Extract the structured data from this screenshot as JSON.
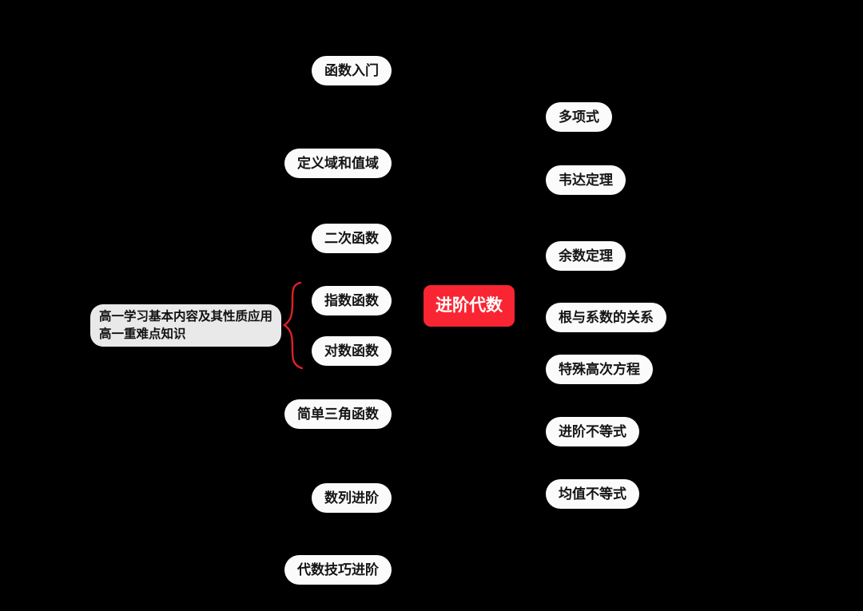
{
  "canvas": {
    "background": "#000000"
  },
  "center": {
    "label": "进阶代数",
    "bg": "#f92532",
    "text_color": "#ffffff"
  },
  "left_branch": [
    {
      "label": "函数入门"
    },
    {
      "label": "定义域和值域"
    },
    {
      "label": "二次函数"
    },
    {
      "label": "指数函数"
    },
    {
      "label": "对数函数"
    },
    {
      "label": "简单三角函数"
    },
    {
      "label": "数列进阶"
    },
    {
      "label": "代数技巧进阶"
    }
  ],
  "right_branch": [
    {
      "label": "多项式"
    },
    {
      "label": "韦达定理"
    },
    {
      "label": "余数定理"
    },
    {
      "label": "根与系数的关系"
    },
    {
      "label": "特殊高次方程"
    },
    {
      "label": "进阶不等式"
    },
    {
      "label": "均值不等式"
    }
  ],
  "note": {
    "line1": "高一学习基本内容及其性质应用",
    "line2": "高一重难点知识",
    "bg": "#e9e9e9"
  },
  "brace_color": "#dd2128",
  "node_bg": "#fbfbfb",
  "node_text_color": "#151515"
}
